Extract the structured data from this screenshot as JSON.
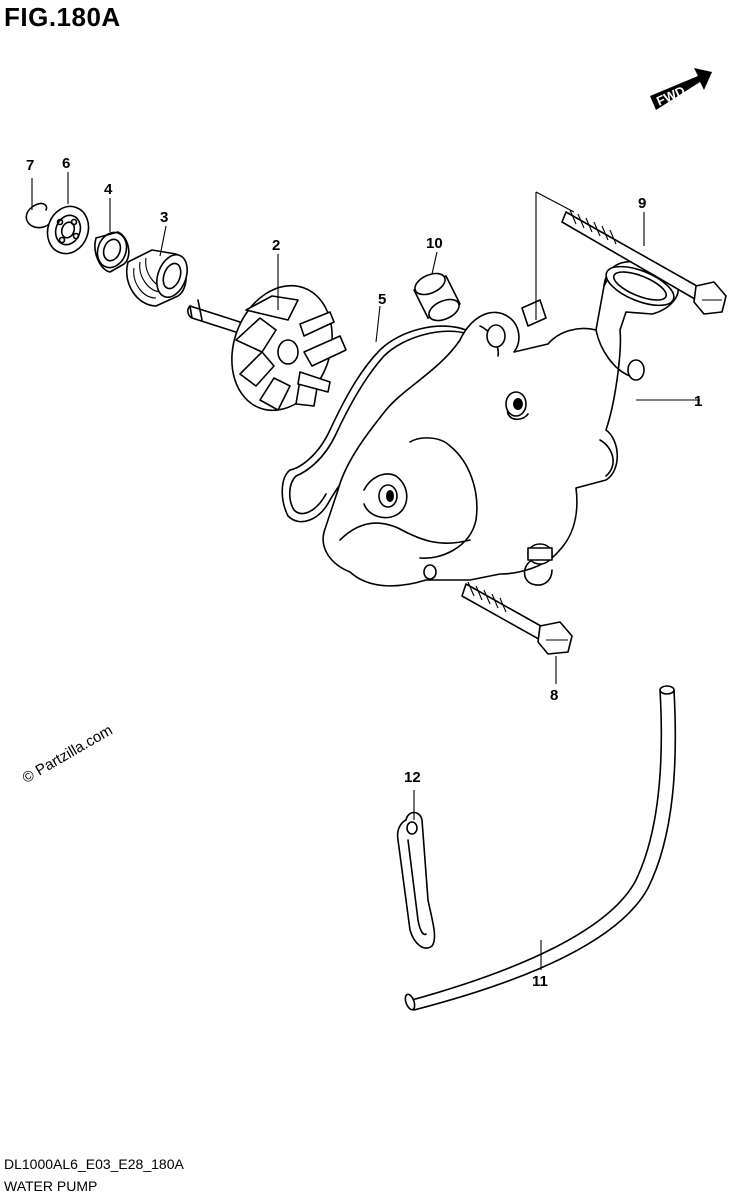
{
  "figure": {
    "title": "FIG.180A",
    "code": "DL1000AL6_E03_E28_180A",
    "name": "WATER PUMP",
    "watermark": "© Partzilla.com",
    "direction_label": "FWD"
  },
  "callouts": [
    {
      "id": "callout-1",
      "label": "1"
    },
    {
      "id": "callout-2",
      "label": "2"
    },
    {
      "id": "callout-3",
      "label": "3"
    },
    {
      "id": "callout-4",
      "label": "4"
    },
    {
      "id": "callout-5",
      "label": "5"
    },
    {
      "id": "callout-6",
      "label": "6"
    },
    {
      "id": "callout-7",
      "label": "7"
    },
    {
      "id": "callout-8",
      "label": "8"
    },
    {
      "id": "callout-9",
      "label": "9"
    },
    {
      "id": "callout-10",
      "label": "10"
    },
    {
      "id": "callout-11",
      "label": "11"
    },
    {
      "id": "callout-12",
      "label": "12"
    }
  ]
}
